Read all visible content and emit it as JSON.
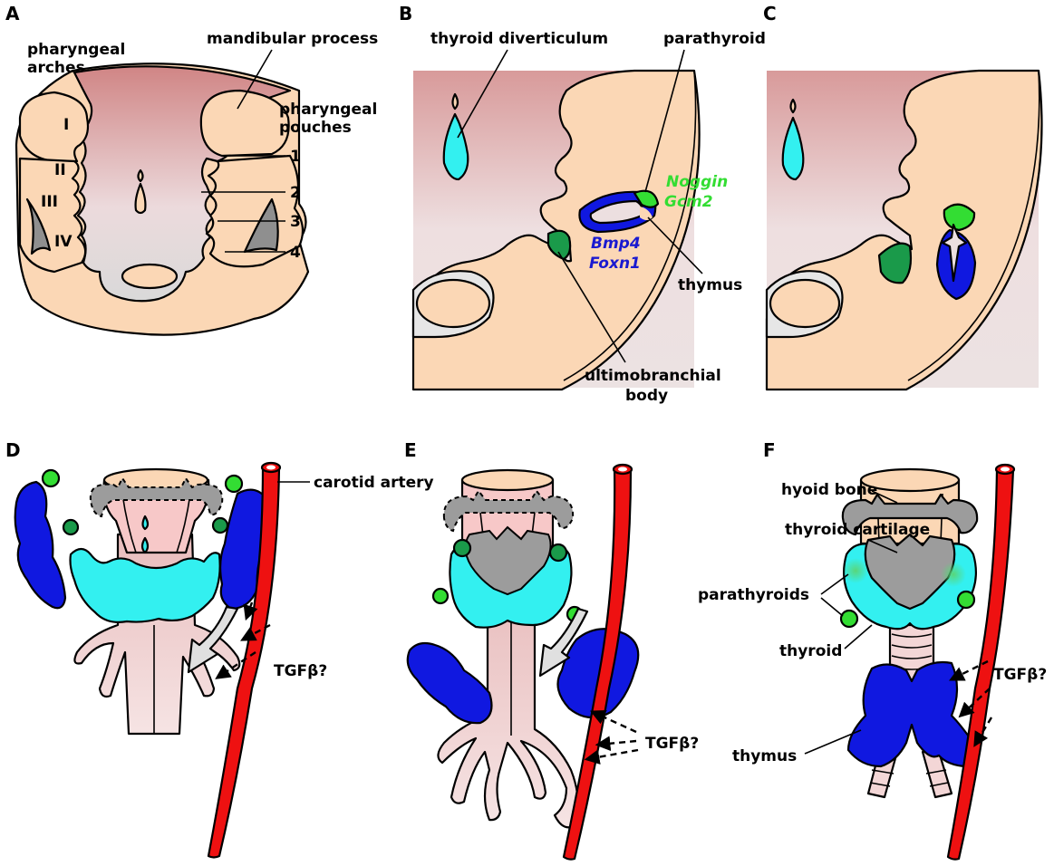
{
  "panels": {
    "A": {
      "letter": "A",
      "arches_label": "pharyngeal arches",
      "arches_line1": "pharyngeal",
      "arches_line2": "arches",
      "mandibular_label": "mandibular process",
      "pouches_line1": "pharyngeal",
      "pouches_line2": "pouches",
      "arch_numerals": [
        "I",
        "II",
        "III",
        "IV"
      ],
      "pouch_numbers": [
        "1",
        "2",
        "3",
        "4"
      ]
    },
    "B": {
      "letter": "B",
      "thyroid_diverticulum": "thyroid diverticulum",
      "parathyroid": "parathyroid",
      "gene_noggin": "Noggin",
      "gene_gcm2": "Gcm2",
      "gene_bmp4": "Bmp4",
      "gene_foxn1": "Foxn1",
      "thymus": "thymus",
      "ultimobranchial_line1": "ultimobranchial",
      "ultimobranchial_line2": "body"
    },
    "C": {
      "letter": "C"
    },
    "D": {
      "letter": "D",
      "carotid_artery": "carotid artery",
      "tgfb": "TGFβ?"
    },
    "E": {
      "letter": "E",
      "tgfb": "TGFβ?"
    },
    "F": {
      "letter": "F",
      "hyoid_bone": "hyoid bone",
      "thyroid_cartilage": "thyroid cartilage",
      "parathyroids": "parathyroids",
      "thyroid": "thyroid",
      "thymus": "thymus",
      "tgfb": "TGFβ?"
    }
  },
  "colors": {
    "tissue": "#fbd7b5",
    "lumen_top": "#d48a8a",
    "lumen_bottom": "#ecdfe0",
    "thyroid": "#33f0f0",
    "thymus": "#1018e0",
    "parathyroid": "#33dd33",
    "ultimobranchial": "#1a9a4a",
    "cartilage": "#9c9c9c",
    "artery": "#ee1111",
    "gene_green": "#33dd33",
    "gene_blue": "#1a1ad0"
  }
}
